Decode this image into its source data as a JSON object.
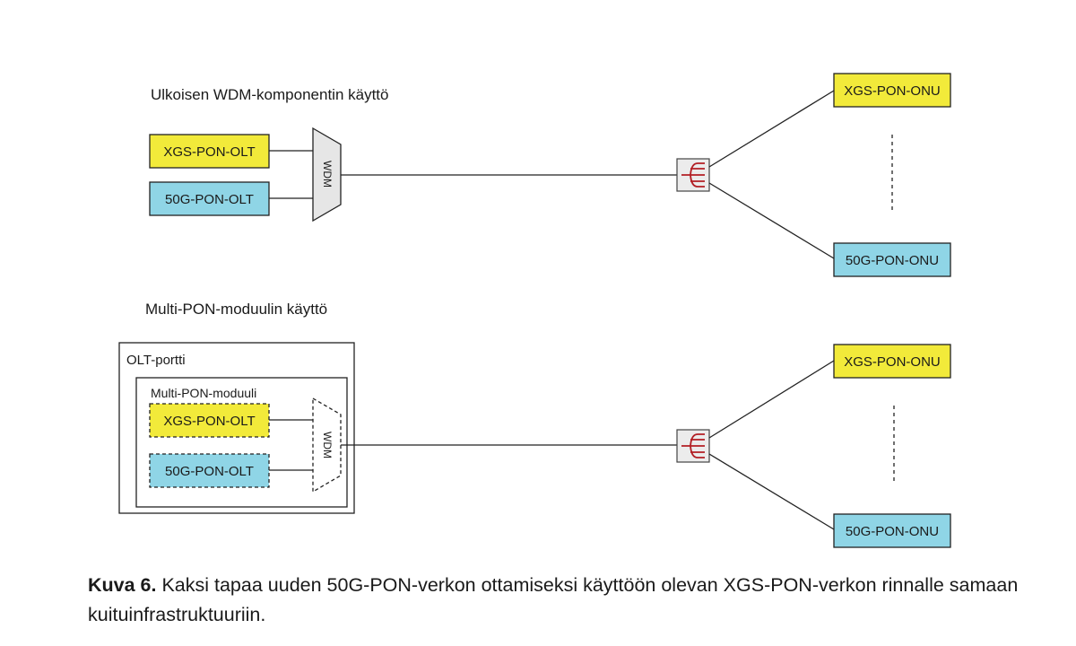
{
  "scenario_external": {
    "title": "Ulkoisen WDM-komponentin käyttö",
    "olt_xgs": "XGS-PON-OLT",
    "olt_50g": "50G-PON-OLT",
    "wdm": "WDM",
    "onu_xgs": "XGS-PON-ONU",
    "onu_50g": "50G-PON-ONU"
  },
  "scenario_multipon": {
    "title": "Multi-PON-moduulin käyttö",
    "port_label": "OLT-portti",
    "module_label": "Multi-PON-moduuli",
    "olt_xgs": "XGS-PON-OLT",
    "olt_50g": "50G-PON-OLT",
    "wdm": "WDM",
    "onu_xgs": "XGS-PON-ONU",
    "onu_50g": "50G-PON-ONU"
  },
  "caption": {
    "lead": "Kuva 6.",
    "text": " Kaksi tapaa uuden 50G-PON-verkon ottamiseksi käyttöön olevan XGS-PON-verkon rinnalle samaan kuituinfrastruktuuriin."
  },
  "colors": {
    "xgs": "#f2ea3a",
    "g50": "#8fd5e6",
    "splitter": "#b21f24",
    "wdm_fill": "#e6e6e6"
  },
  "icons": [
    "optical-splitter-icon"
  ]
}
